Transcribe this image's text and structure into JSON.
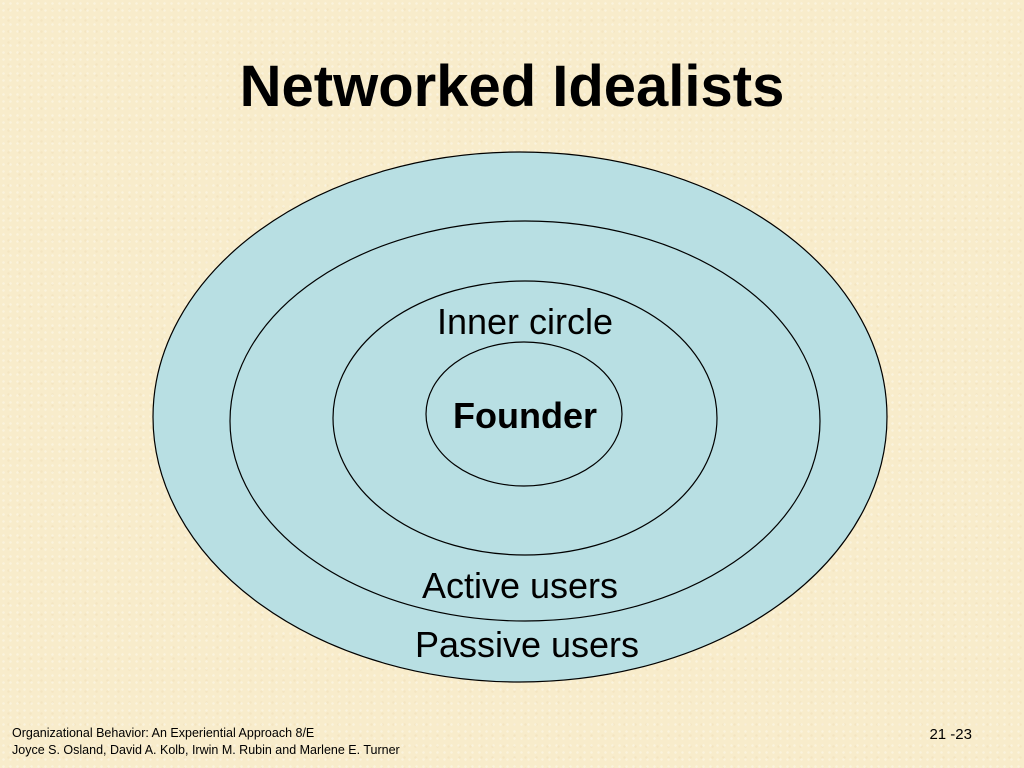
{
  "slide": {
    "title": "Networked Idealists"
  },
  "diagram": {
    "fill_color": "#b8dfe3",
    "stroke_color": "#000000",
    "rings": [
      {
        "id": "passive-users",
        "label": "Passive users",
        "bold": false
      },
      {
        "id": "active-users",
        "label": "Active users",
        "bold": false
      },
      {
        "id": "inner-circle",
        "label": "Inner circle",
        "bold": false
      },
      {
        "id": "founder",
        "label": "Founder",
        "bold": true
      }
    ]
  },
  "footer": {
    "book_title": "Organizational Behavior: An Experiential Approach 8/E",
    "authors": "Joyce S. Osland, David A. Kolb, Irwin M. Rubin and Marlene E. Turner",
    "page_number": "21 -23"
  }
}
